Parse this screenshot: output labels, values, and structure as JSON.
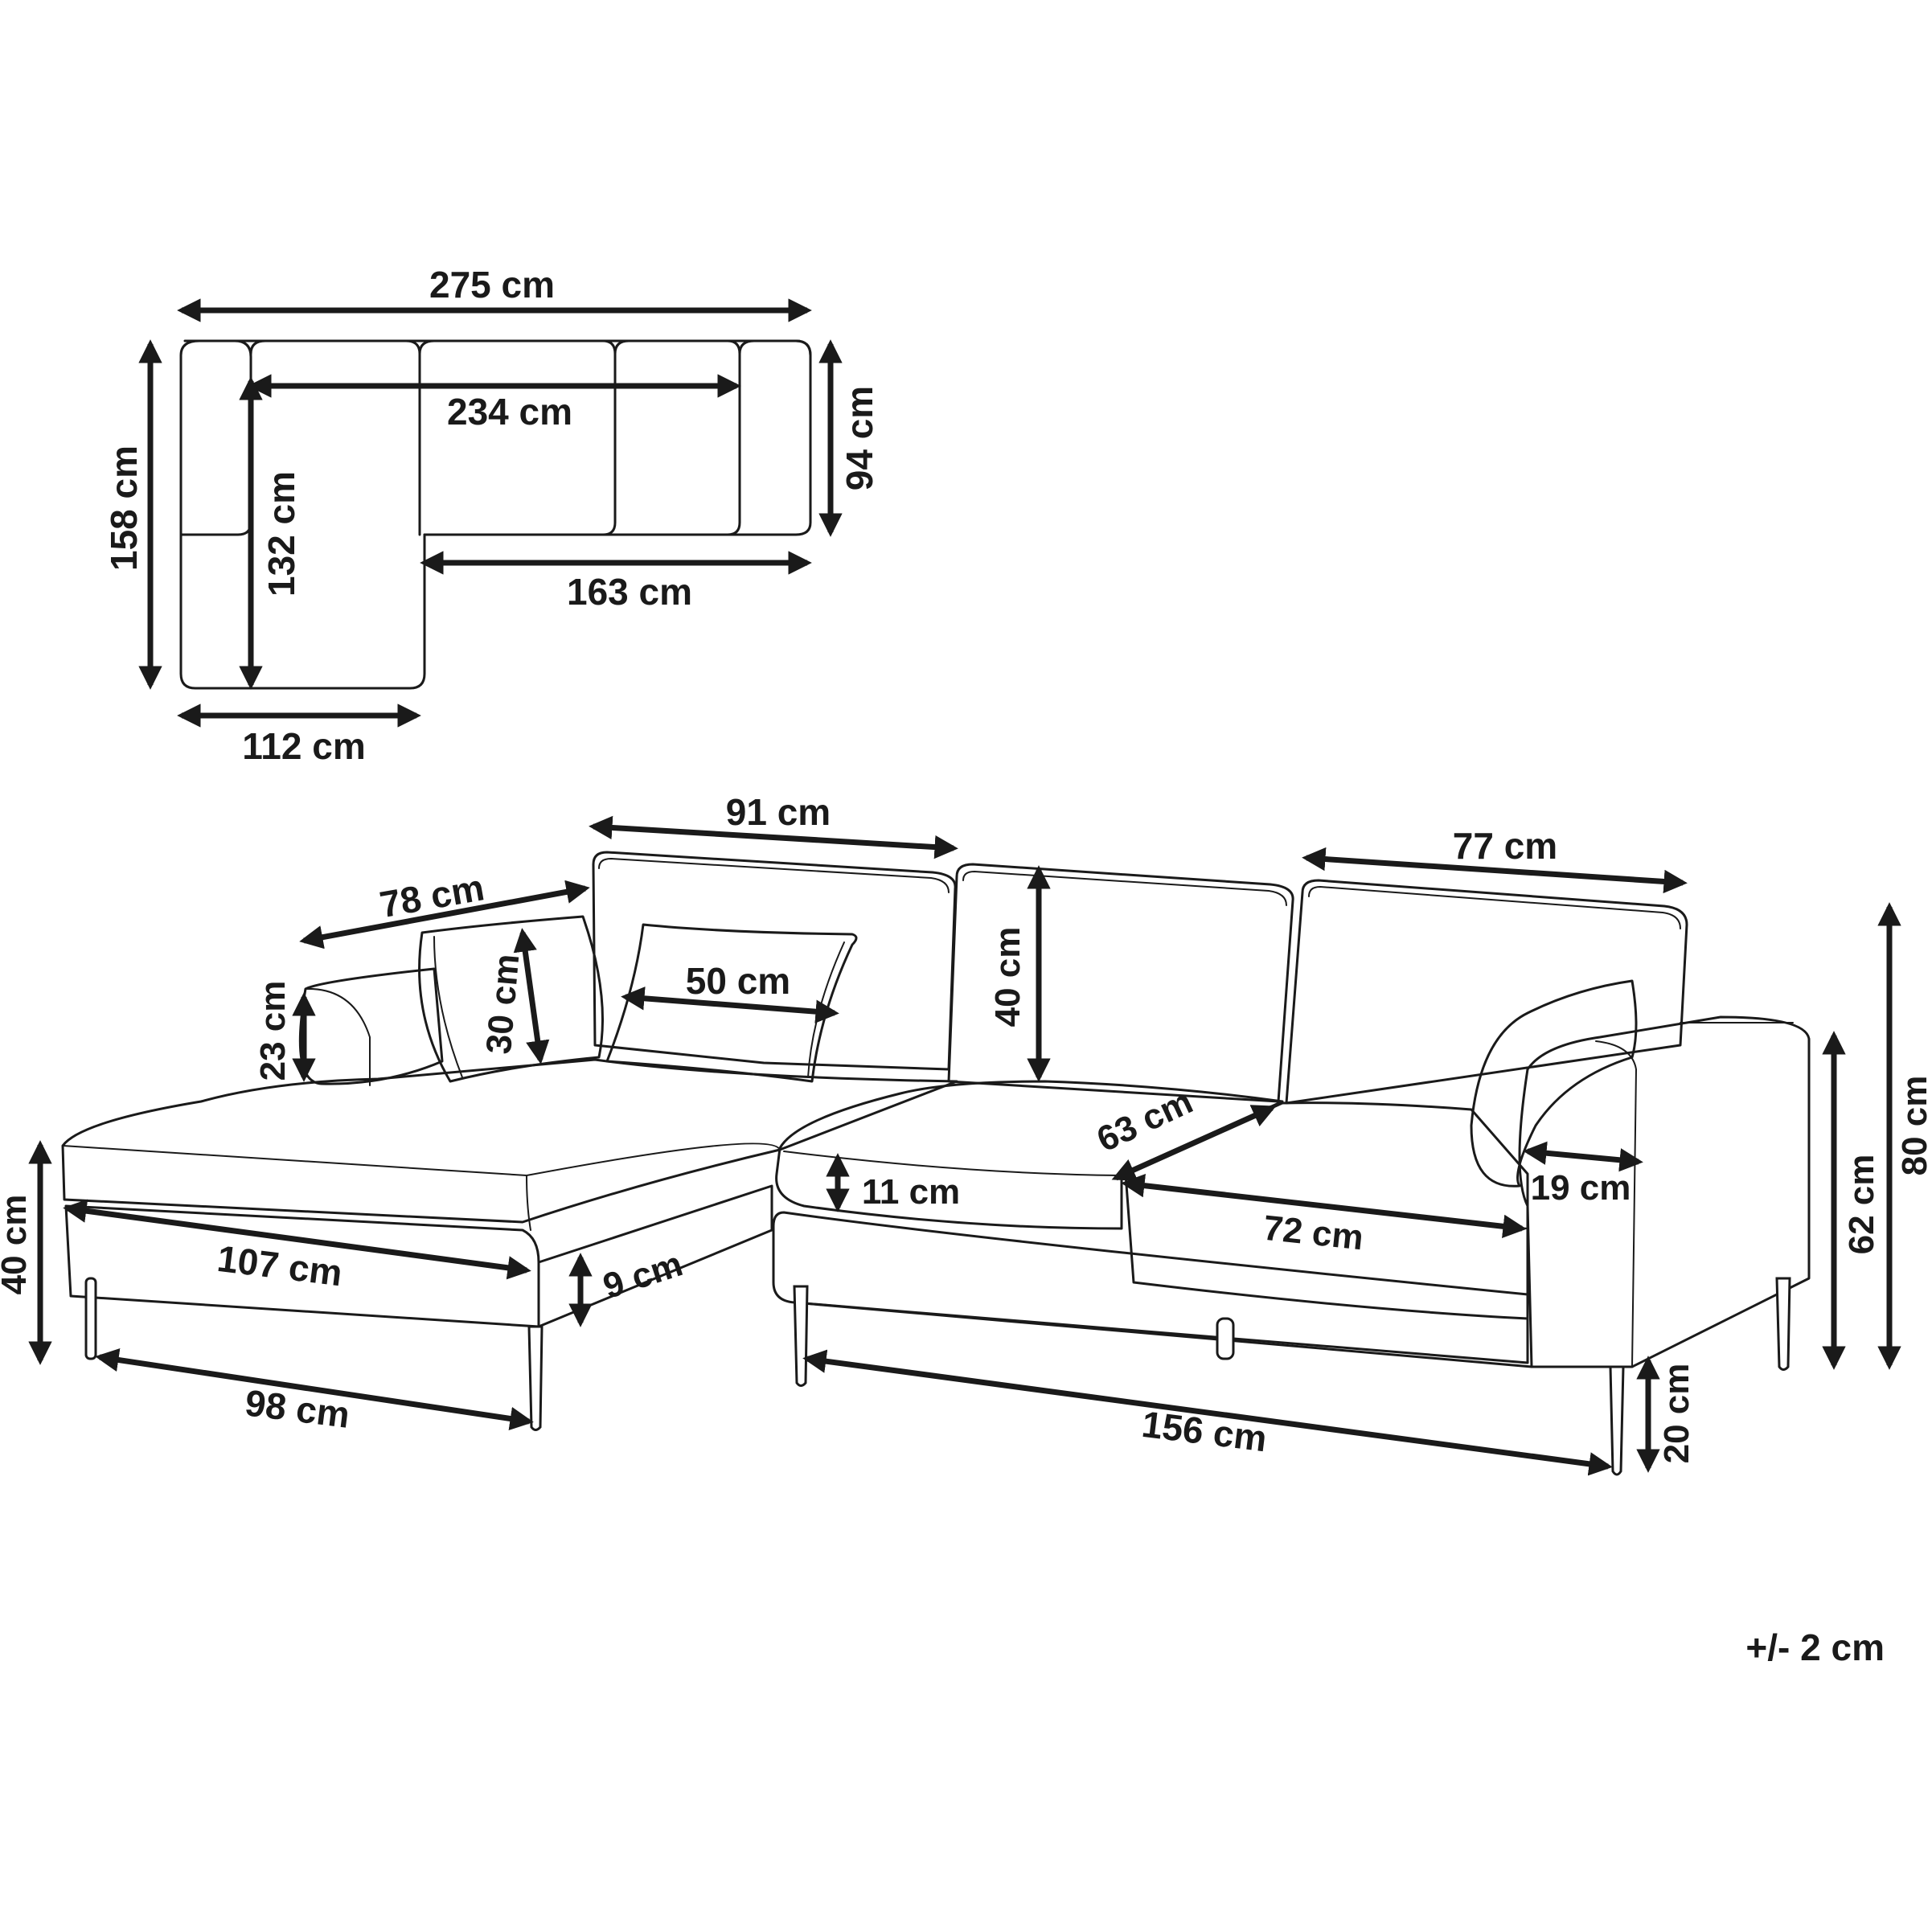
{
  "top_view": {
    "overall_width": "275 cm",
    "seat_width": "234 cm",
    "overall_depth": "158 cm",
    "chaise_seat_depth": "132 cm",
    "sofa_depth": "94 cm",
    "sofa_section_width": "163 cm",
    "chaise_width": "112 cm"
  },
  "side_view": {
    "back_cushion_top": "91 cm",
    "chaise_back_length": "78 cm",
    "armrest_height": "23 cm",
    "pillow_height": "30 cm",
    "pillow_width": "50 cm",
    "back_cushion_height": "40 cm",
    "right_back_cushion_width": "77 cm",
    "seat_depth": "63 cm",
    "seat_cushion_thickness": "11 cm",
    "seat_width": "72 cm",
    "armrest_width": "19 cm",
    "chaise_length": "107 cm",
    "chaise_base_thickness": "9 cm",
    "seat_height": "40 cm",
    "chaise_leg_span": "98 cm",
    "sofa_leg_span": "156 cm",
    "arm_height": "62 cm",
    "total_height": "80 cm",
    "leg_height": "20 cm"
  },
  "tolerance": "+/- 2 cm"
}
